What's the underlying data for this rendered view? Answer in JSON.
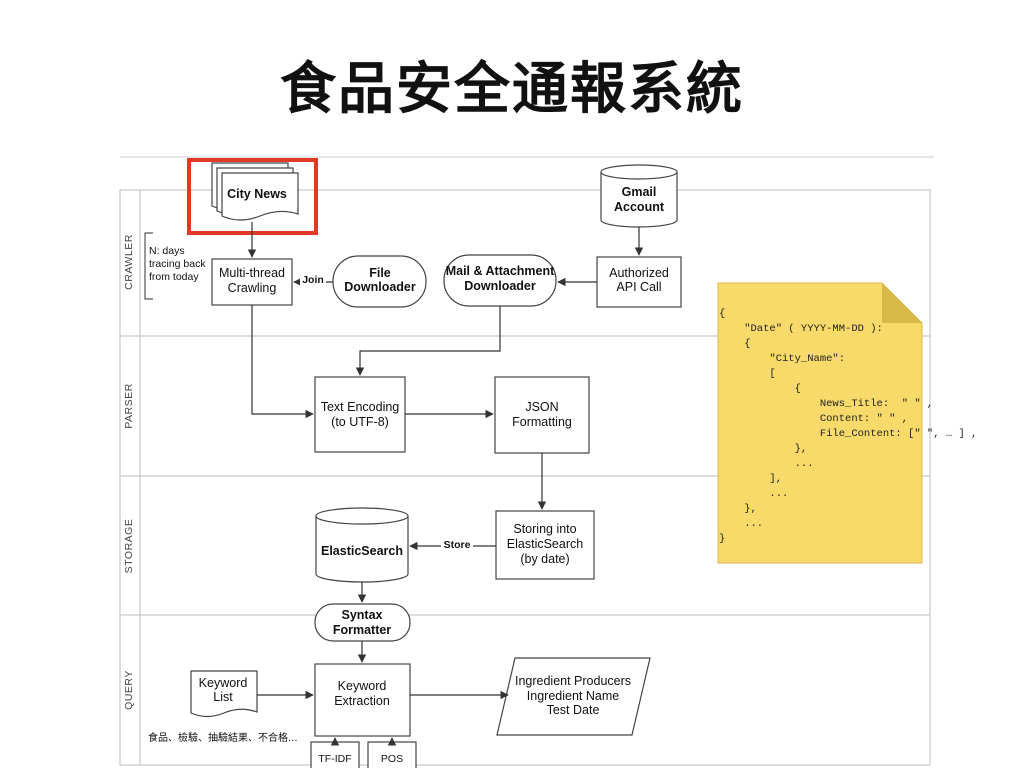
{
  "title": "食品安全通報系統",
  "lanes": {
    "crawler": "CRAWLER",
    "parser": "PARSER",
    "storage": "STORAGE",
    "query": "QUERY"
  },
  "nodes": {
    "city_news": "City News",
    "gmail": [
      "Gmail",
      "Account"
    ],
    "n_days_note": [
      "N: days",
      "tracing back",
      "from today"
    ],
    "multi_thread": [
      "Multi-thread",
      "Crawling"
    ],
    "file_downloader": [
      "File",
      "Downloader"
    ],
    "mail_downloader": [
      "Mail & Attachment",
      "Downloader"
    ],
    "authorized_api": [
      "Authorized",
      "API Call"
    ],
    "text_encoding": [
      "Text Encoding",
      "(to UTF-8)"
    ],
    "json_formatting": [
      "JSON",
      "Formatting"
    ],
    "elasticsearch": "ElasticSearch",
    "storing": [
      "Storing into",
      "ElasticSearch",
      "(by date)"
    ],
    "syntax_formatter": [
      "Syntax",
      "Formatter"
    ],
    "keyword_list": [
      "Keyword",
      "List"
    ],
    "keyword_extraction": [
      "Keyword",
      "Extraction"
    ],
    "output": [
      "Ingredient Producers",
      "Ingredient Name",
      "Test Date"
    ],
    "tfidf": "TF-IDF",
    "pos": "POS",
    "keyword_examples": "食品、檢驗、抽驗結果、不合格..."
  },
  "edge_labels": {
    "join": "Join",
    "store": "Store"
  },
  "json_note": [
    "{",
    "    \"Date\" ( YYYY-MM-DD ):",
    "    {",
    "        \"City_Name\":",
    "        [",
    "            {",
    "                News_Title:  \" \" ,",
    "                Content: \" \" ,",
    "                File_Content: [\" \", … ] ,",
    "            },",
    "            ...",
    "        ],",
    "        ...",
    "    },",
    "    ...",
    "}"
  ],
  "colors": {
    "highlight": "#e03a22",
    "note_fill": "#f7da6a",
    "note_fold": "#d9b94a"
  }
}
